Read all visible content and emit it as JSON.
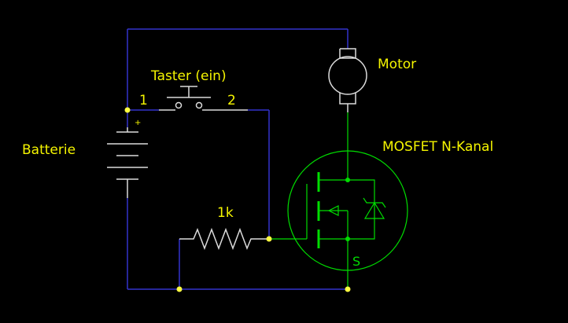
{
  "labels": {
    "switch": "Taster (ein)",
    "pin1": "1",
    "pin2": "2",
    "plus": "+",
    "battery": "Batterie",
    "resistor": "1k",
    "motor": "Motor",
    "mosfet": "MOSFET N-Kanal",
    "source": "S"
  },
  "colors": {
    "background": "#000000",
    "wire": "#3333cc",
    "component": "#dcdcdc",
    "label": "#f5f500",
    "mosfet": "#00dd00",
    "junction": "#ffff40"
  }
}
